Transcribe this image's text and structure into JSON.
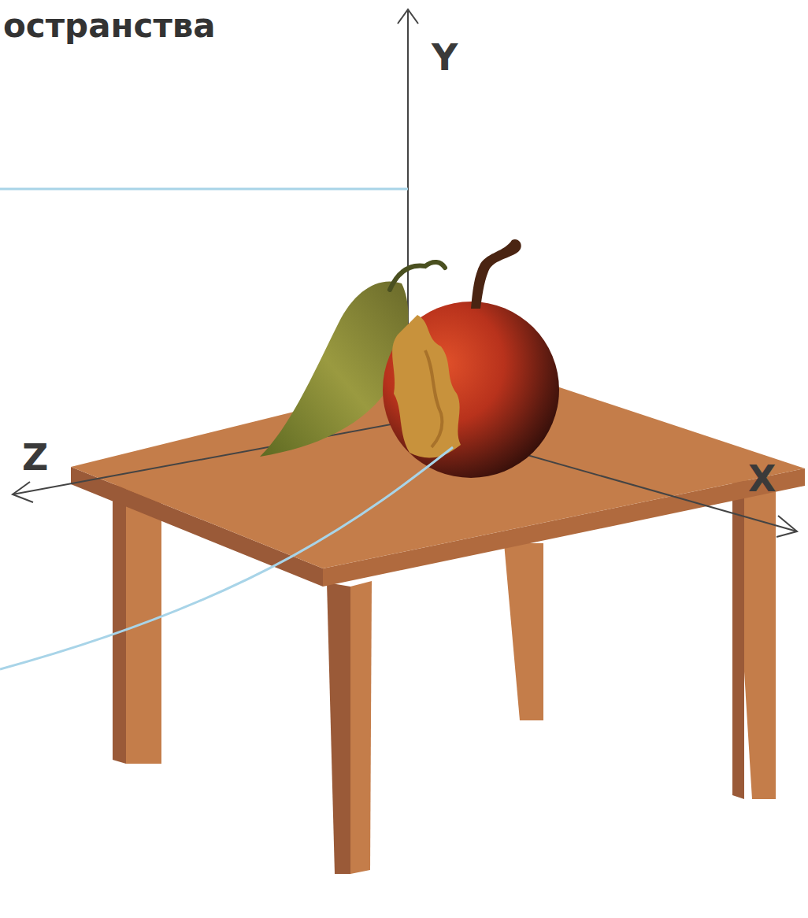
{
  "diagram": {
    "title": "остранства",
    "labels": [
      "Y",
      "Z",
      "X"
    ]
  }
}
